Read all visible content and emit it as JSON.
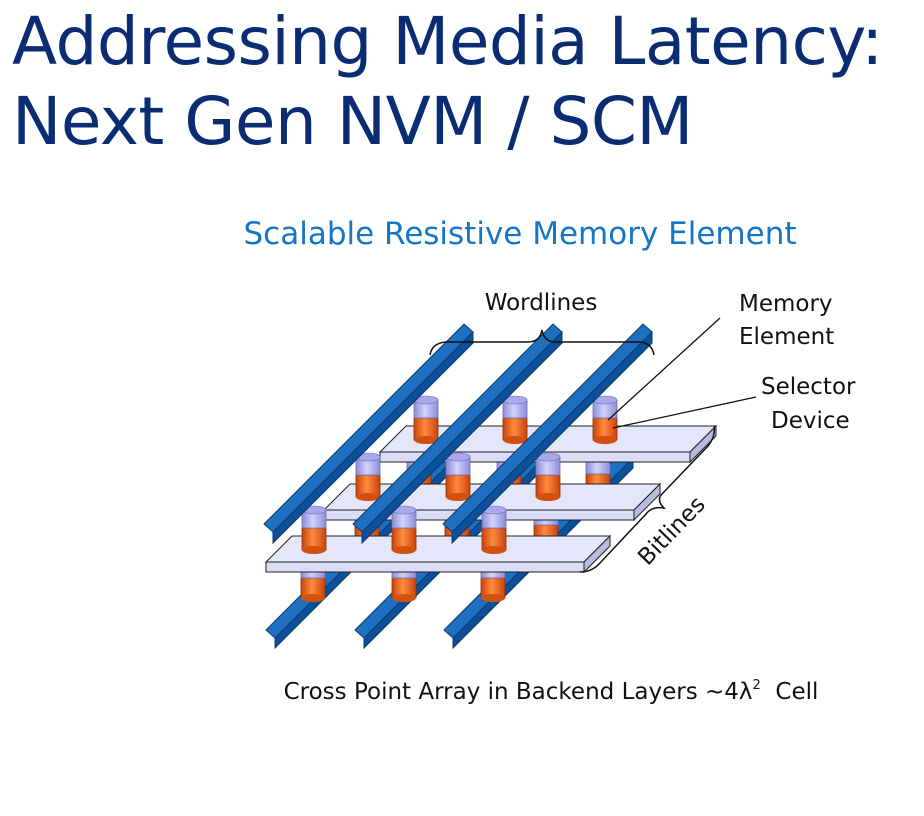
{
  "slide": {
    "title_line1": "Addressing Media Latency:",
    "title_line2": "Next Gen NVM / SCM"
  },
  "diagram": {
    "title": "Scalable Resistive Memory Element",
    "labels": {
      "wordlines": "Wordlines",
      "memory_element_line1": "Memory",
      "memory_element_line2": "Element",
      "selector_device_line1": "Selector",
      "selector_device_line2": "Device",
      "bitlines": "Bitlines"
    },
    "caption": {
      "prefix": "Cross Point Array in Backend Layers ~4λ",
      "exponent": "2",
      "suffix": "Cell"
    },
    "colors": {
      "wordline_blue": "#1f70c1",
      "wordline_dark": "#0d4f98",
      "bitline_lavender": "#dcdcf7",
      "selector_orange": "#f26522",
      "memory_lavender": "#a8a8ea"
    }
  }
}
